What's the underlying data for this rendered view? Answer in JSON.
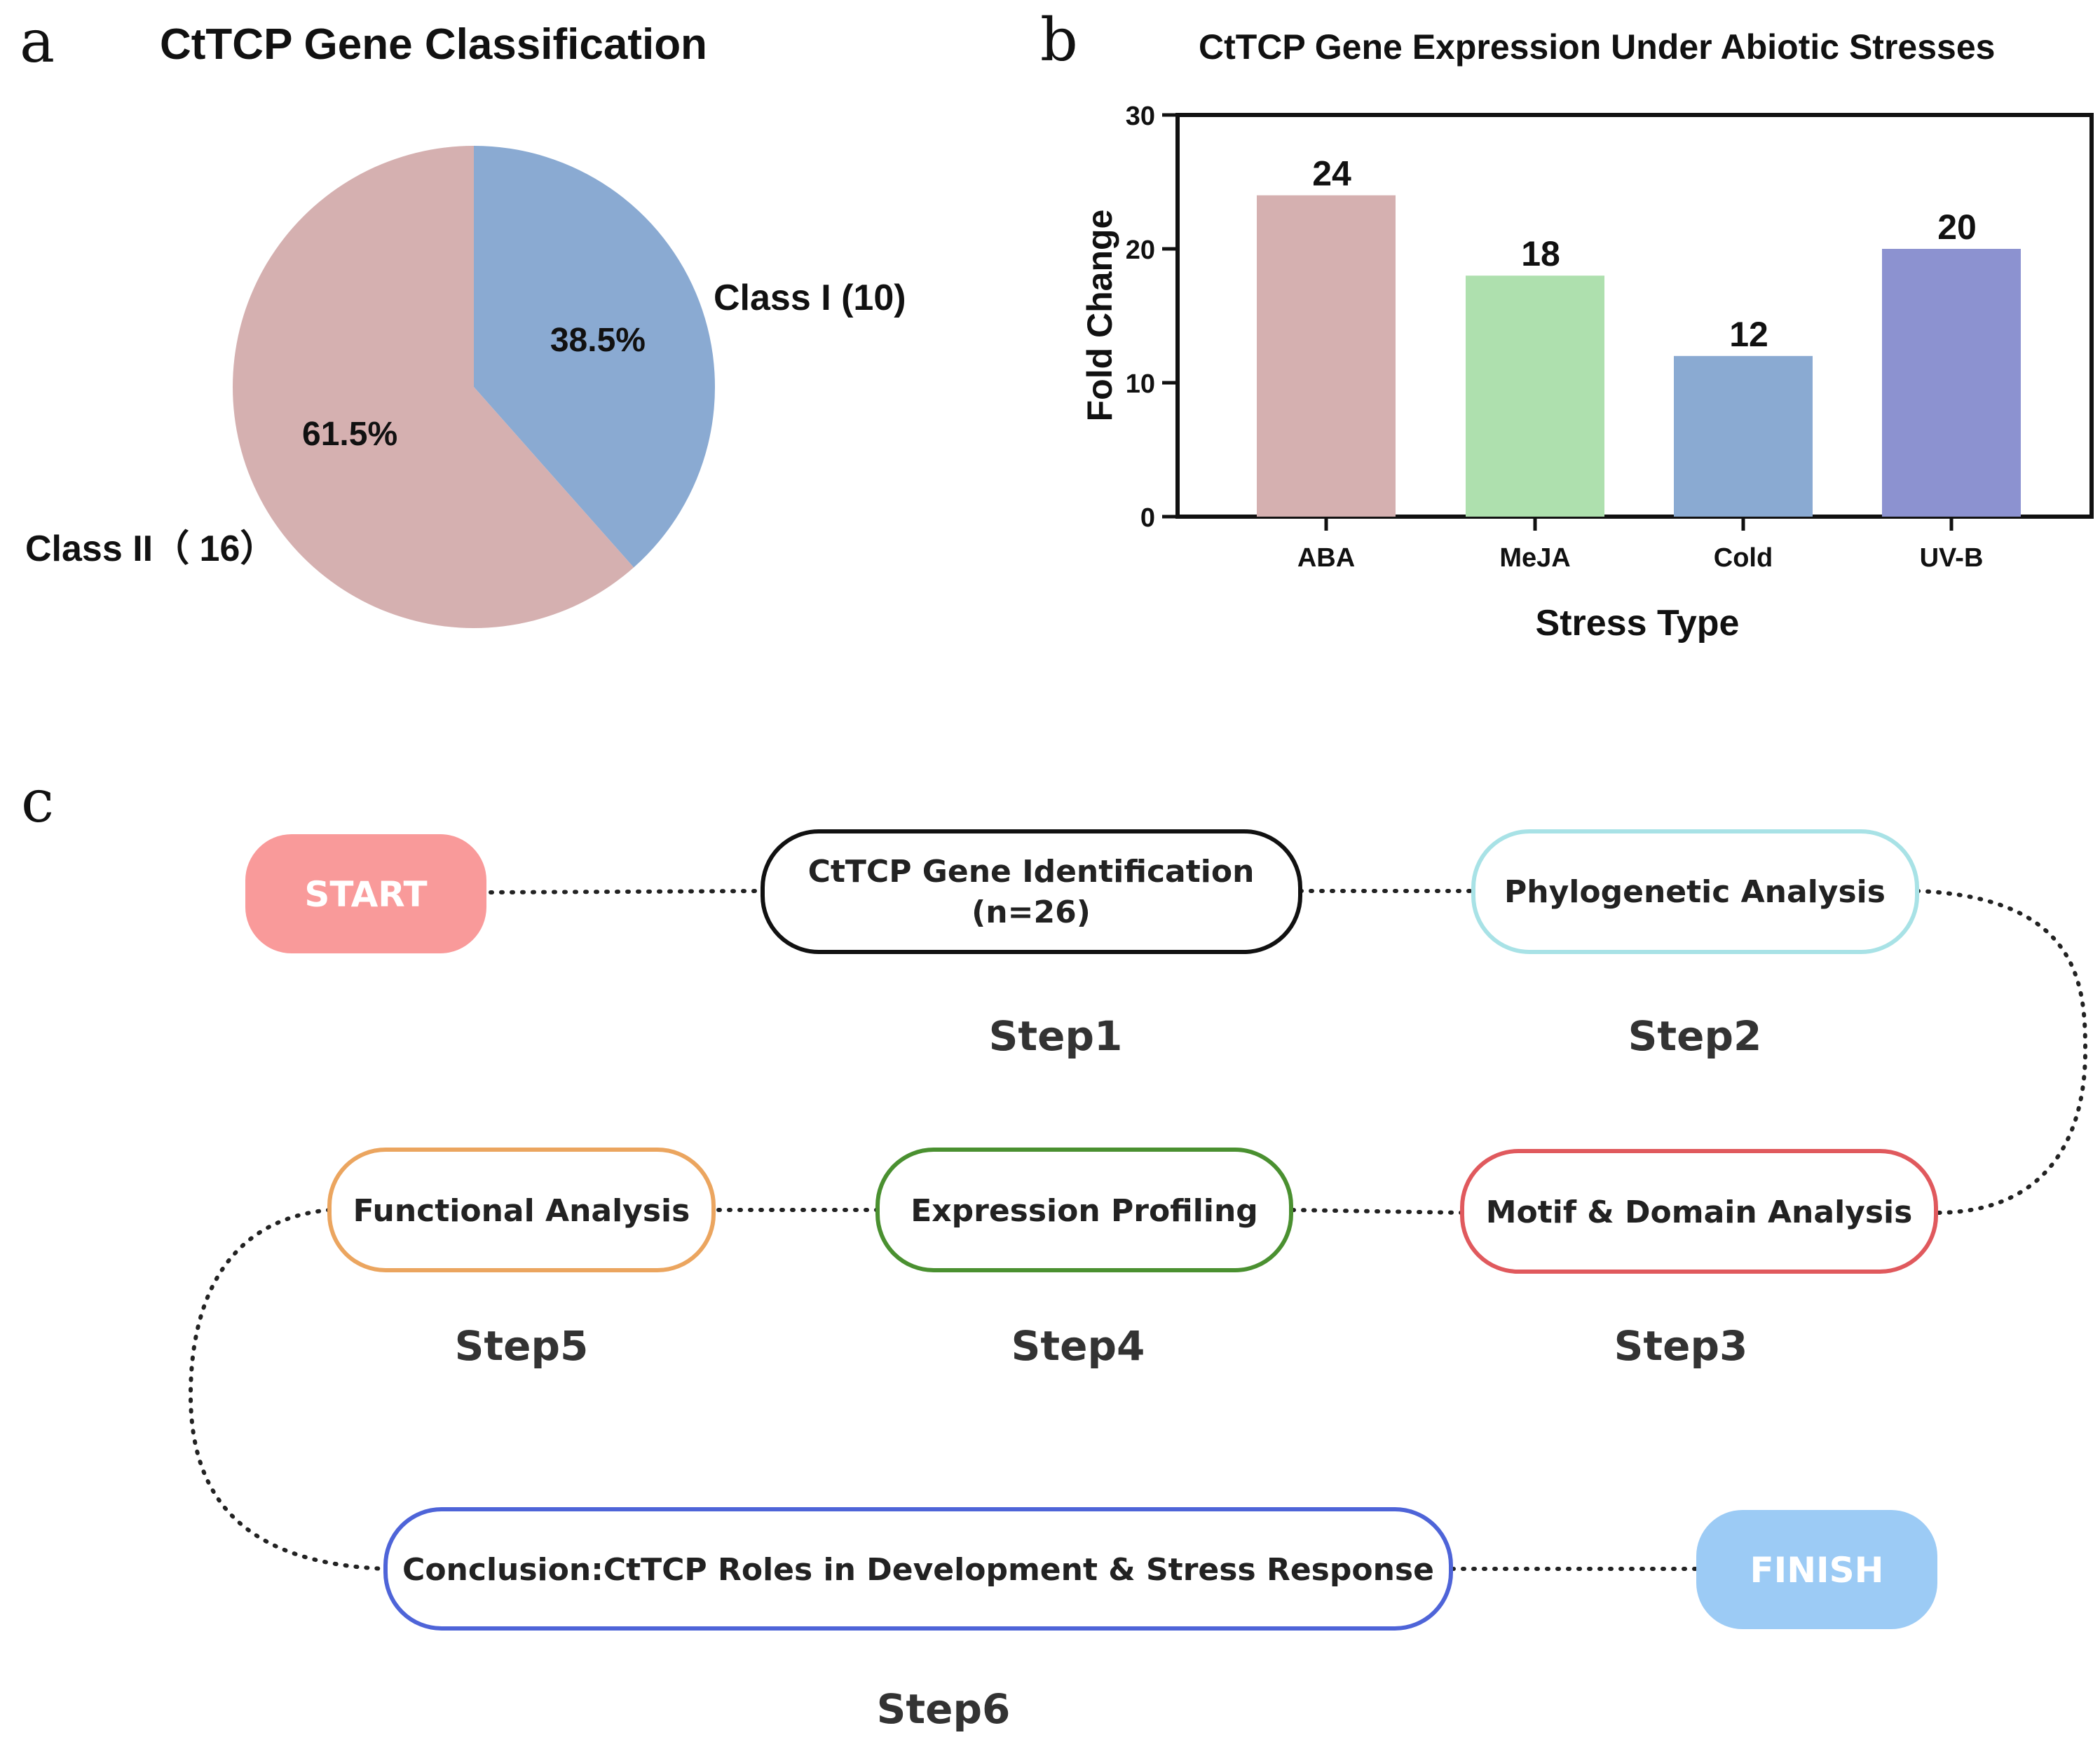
{
  "panels": {
    "a": {
      "letter": "a",
      "title": "CtTCP Gene Classification"
    },
    "b": {
      "letter": "b",
      "title": "CtTCP Gene Expression Under Abiotic Stresses"
    },
    "c": {
      "letter": "c"
    }
  },
  "chart_data": [
    {
      "type": "pie",
      "title": "CtTCP Gene Classification",
      "start_angle_deg": 0,
      "direction": "clockwise",
      "slices": [
        {
          "name": "Class I (10)",
          "count": 10,
          "percent_label": "38.5%",
          "color": "#8aaad2"
        },
        {
          "name": "Class II（ 16）",
          "count": 16,
          "percent_label": "61.5%",
          "color": "#d5b0b0"
        }
      ]
    },
    {
      "type": "bar",
      "title": "CtTCP Gene Expression Under Abiotic Stresses",
      "xlabel": "Stress Type",
      "ylabel": "Fold Change",
      "categories": [
        "ABA",
        "MeJA",
        "Cold",
        "UV-B"
      ],
      "values": [
        24,
        18,
        12,
        20
      ],
      "colors": [
        "#d5b0b0",
        "#aee0ae",
        "#8aaad2",
        "#8c92d0"
      ],
      "ylim": [
        0,
        30
      ],
      "yticks": [
        0,
        10,
        20,
        30
      ],
      "grid": false,
      "legend": "none"
    }
  ],
  "flowchart": {
    "start": {
      "label": "START",
      "color": "#f99a9a"
    },
    "finish": {
      "label": "FINISH",
      "color": "#9ccbf5"
    },
    "steps": [
      {
        "id": "step1",
        "lines": [
          "CtTCP Gene Identification",
          "(n=26)"
        ],
        "label": "Step1",
        "border": "#111111"
      },
      {
        "id": "step2",
        "lines": [
          "Phylogenetic Analysis"
        ],
        "label": "Step2",
        "border": "#a8e2e6"
      },
      {
        "id": "step3",
        "lines": [
          "Motif & Domain Analysis"
        ],
        "label": "Step3",
        "border": "#e0595d"
      },
      {
        "id": "step4",
        "lines": [
          "Expression Profiling"
        ],
        "label": "Step4",
        "border": "#4a9030"
      },
      {
        "id": "step5",
        "lines": [
          "Functional Analysis"
        ],
        "label": "Step5",
        "border": "#eba55f"
      },
      {
        "id": "step6",
        "lines": [
          "Conclusion:CtTCP Roles in Development & Stress Response"
        ],
        "label": "Step6",
        "border": "#4e64d8"
      }
    ]
  }
}
